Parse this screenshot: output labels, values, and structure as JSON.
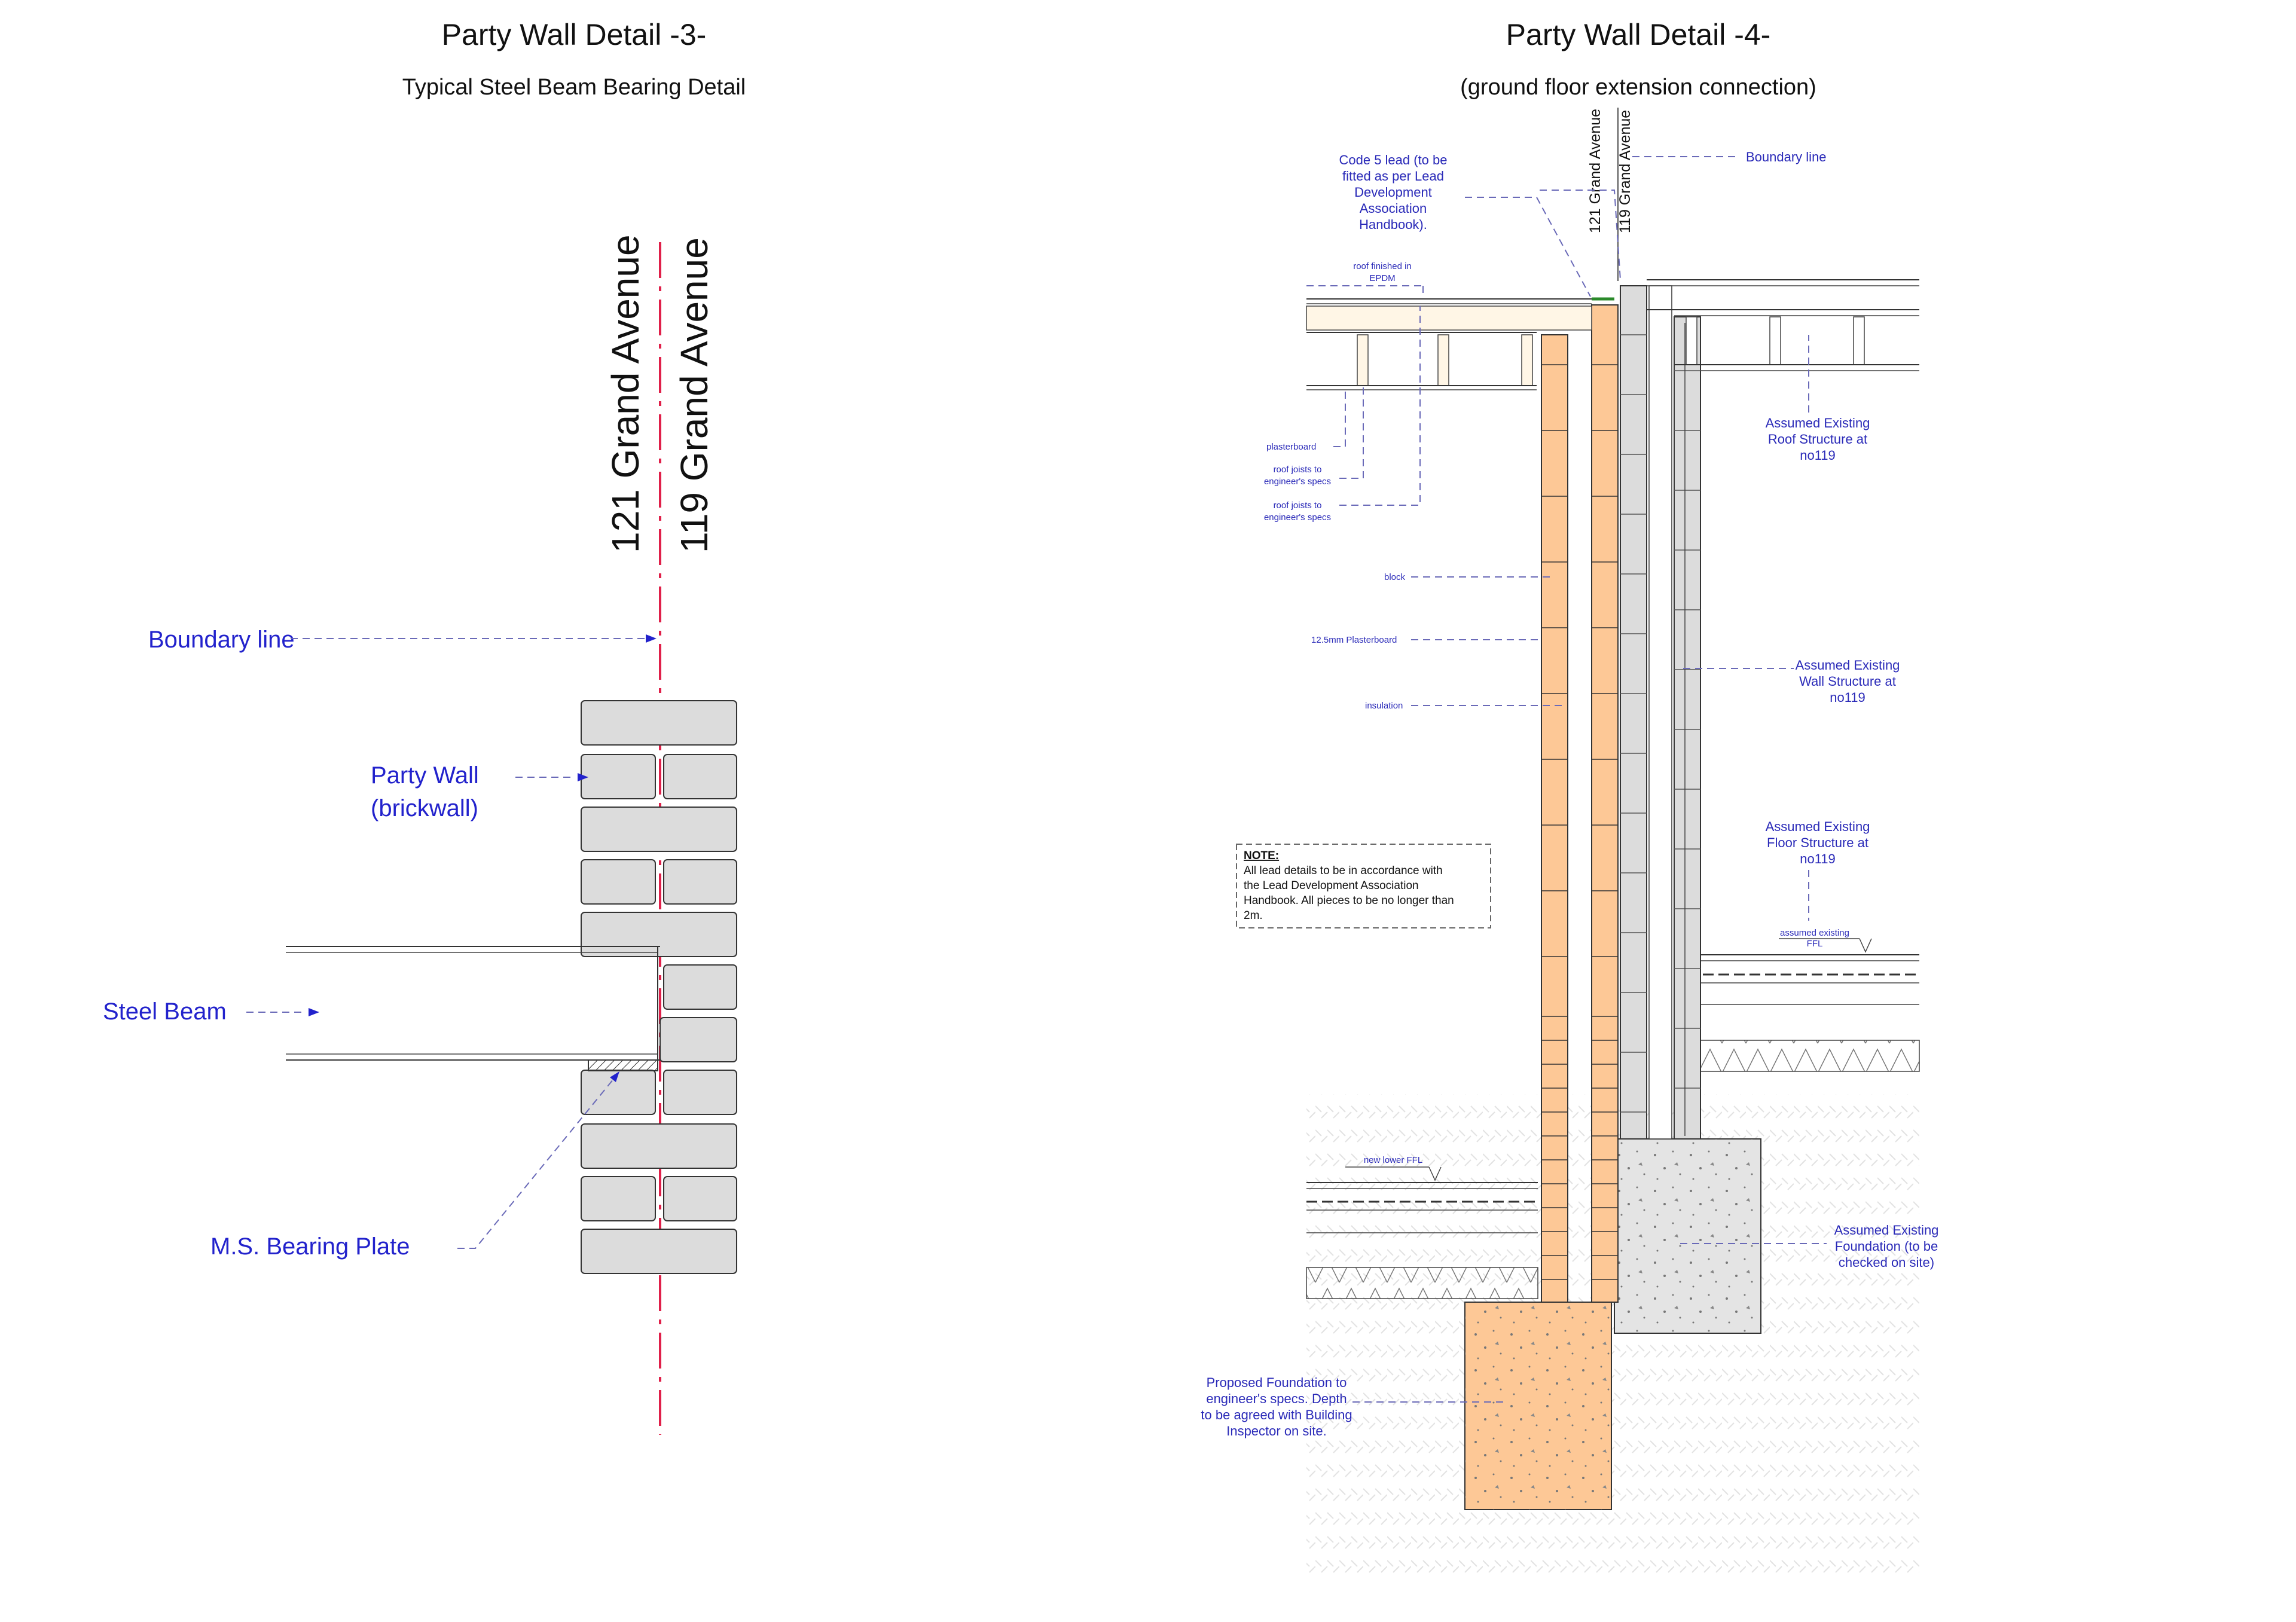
{
  "detail3": {
    "title": "Party Wall Detail -3-",
    "subtitle": "Typical Steel Beam Bearing Detail",
    "address_left": "121 Grand Avenue",
    "address_right": "119 Grand Avenue",
    "labels": {
      "boundary_line": "Boundary line",
      "party_wall_1": "Party Wall",
      "party_wall_2": "(brickwall)",
      "steel_beam": "Steel Beam",
      "bearing_plate": "M.S. Bearing Plate"
    }
  },
  "detail4": {
    "title": "Party Wall Detail -4-",
    "subtitle": "(ground floor extension connection)",
    "address_left": "121 Grand Avenue",
    "address_right": "119 Grand Avenue",
    "labels": {
      "code5_lead": [
        "Code 5 lead (to be",
        "fitted as per Lead",
        "Development",
        "Association",
        "Handbook)."
      ],
      "boundary_line": "Boundary line",
      "roof_finished": [
        "roof finished in",
        "EPDM"
      ],
      "plasterboard": "plasterboard",
      "roof_joists_1": [
        "roof joists to",
        "engineer's specs"
      ],
      "roof_joists_2": [
        "roof joists to",
        "engineer's specs"
      ],
      "block": "block",
      "plasterboard_12": "12.5mm Plasterboard",
      "insulation": "insulation",
      "existing_roof": [
        "Assumed Existing",
        "Roof Structure at",
        "no119"
      ],
      "existing_wall": [
        "Assumed Existing",
        "Wall Structure at",
        "no119"
      ],
      "existing_floor": [
        "Assumed Existing",
        "Floor Structure at",
        "no119"
      ],
      "assumed_ffl": [
        "assumed existing",
        "FFL"
      ],
      "new_ffl": "new lower FFL",
      "existing_foundation": [
        "Assumed Existing",
        "Foundation (to be",
        "checked on site)"
      ],
      "proposed_foundation": [
        "Proposed Foundation to",
        "engineer's specs. Depth",
        "to be agreed with Building",
        "Inspector on site."
      ]
    },
    "note": {
      "heading": "NOTE:",
      "lines": [
        "All lead details to be in accordance with",
        "the Lead Development Association",
        "Handbook. All pieces to be no longer than",
        "2m."
      ]
    }
  },
  "colors": {
    "label_blue": "#2222cc",
    "boundary_red": "#e0204a",
    "brick_grey": "#dcdcdc",
    "block_orange": "#fdc896",
    "concrete_grey": "#e4e4e4"
  }
}
